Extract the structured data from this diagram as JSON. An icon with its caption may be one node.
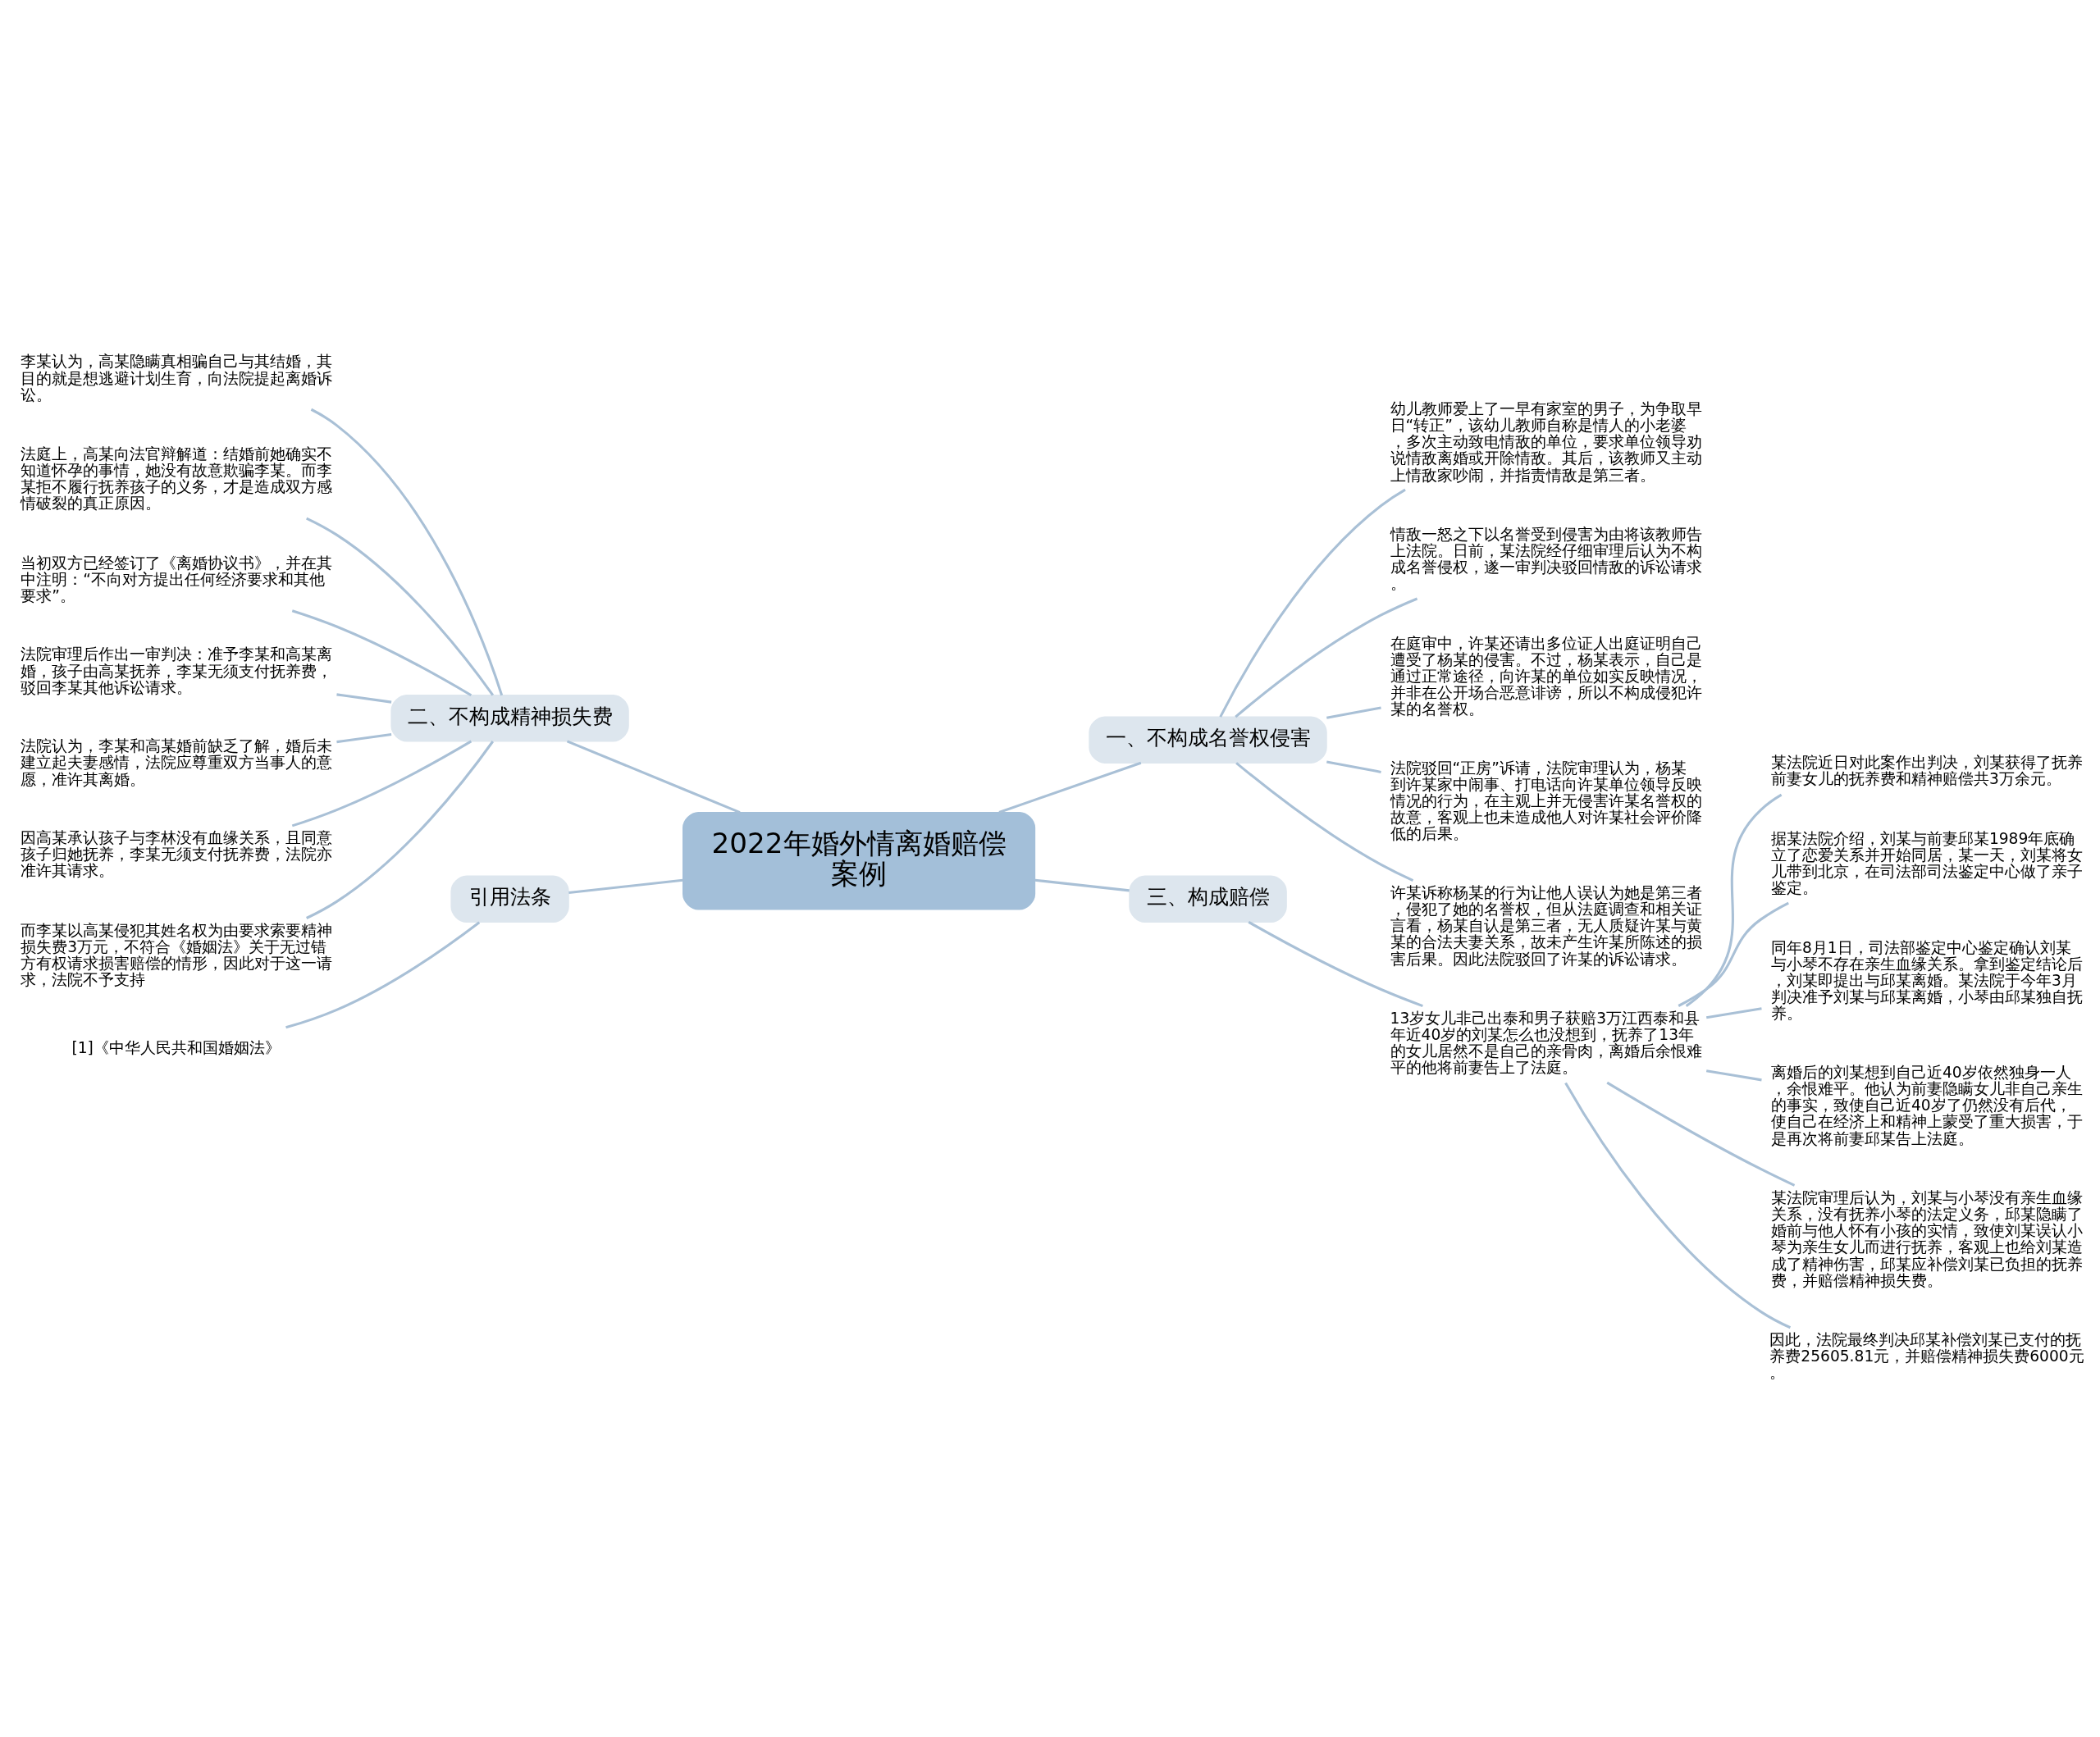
{
  "diagram": {
    "nodes": [
      {
        "text": [
          "2022年婚外情离婚赔偿案例"
        ]
      },
      {
        "text": [
          "一、不构成名誉权侵害"
        ]
      },
      {
        "text": [
          "幼儿教师爱上了一早有家室的男子，为争取早日“转正”，该幼儿教师自称是情人的小老婆，多次主动致电情敌的单位，要求单位领导劝说情敌离婚或开除情敌。其后，该教师又主动上情敌家吵闹，并指责情敌是第三者。"
        ]
      },
      {
        "text": [
          "情敌一怒之下以名誉受到侵害为由将该教师告上法院。日前，某法院经仔细审理后认为不构成名誉侵权，遂一审判决驳回情敌的诉讼请求。"
        ]
      },
      {
        "text": [
          "在庭审中，许某还请出多位证人出庭证明自己遭受了杨某的侵害。不过，杨某表示，自己是通过正常途径，向许某的单位如实反映情况，并非在公开场合恶意诽谤，所以不构成侵犯许某的名誉权。"
        ]
      },
      {
        "text": [
          "法院驳回“正房”诉请，法院审理认为，杨某到许某家中闹事、打电话向许某单位领导反映情况的行为，在主观上并无侵害许某名誉权的故意，客观上也未造成他人对许某社会评价降低的后果。"
        ]
      },
      {
        "text": [
          "许某诉称杨某的行为让他人误认为她是第三者，侵犯了她的名誉权，但从法庭调查和相关证言看，杨某自认是第三者，无人质疑许某与黄某的合法夫妻关系，故未产生许某所陈述的损害后果。因此法院驳回了许某的诉讼请求。"
        ]
      },
      {
        "text": [
          "三、构成赔偿"
        ]
      },
      {
        "text": [
          "13岁女儿非己出泰和男子获赔3万江西泰和县年近40岁的刘某怎么也没想到，抚养了13年的女儿居然不是自己的亲骨肉，离婚后余恨难平的他将前妻告上了法庭。"
        ]
      },
      {
        "text": [
          "某法院近日对此案作出判决，刘某获得了抚养前妻女儿的抚养费和精神赔偿共3万余元。"
        ]
      },
      {
        "text": [
          "据某法院介绍，刘某与前妻邱某1989年底确立了恋爱关系并开始同居，某一天，刘某将女儿带到北京，在司法部司法鉴定中心做了亲子鉴定。"
        ]
      },
      {
        "text": [
          "同年8月1日，司法部鉴定中心鉴定确认刘某与小琴不存在亲生血缘关系。拿到鉴定结论后，刘某即提出与邱某离婚。某法院于今年3月判决准予刘某与邱某离婚，小琴由邱某独自抚养。"
        ]
      },
      {
        "text": [
          "离婚后的刘某想到自己近40岁依然独身一人，余恨难平。他认为前妻隐瞒女儿非自己亲生的事实，致使自己近40岁了仍然没有后代，使自己在经济上和精神上蒙受了重大损害，于是再次将前妻邱某告上法庭。"
        ]
      },
      {
        "text": [
          "某法院审理后认为，刘某与小琴没有亲生血缘关系，没有抚养小琴的法定义务，邱某隐瞒了婚前与他人怀有小孩的实情，致使刘某误认小琴为亲生女儿而进行抚养，客观上也给刘某造成了精神伤害，邱某应补偿刘某已负担的抚养费，并赔偿精神损失费。"
        ]
      },
      {
        "text": [
          "因此，法院最终判决邱某补偿刘某已支付的抚养费25605.81元，并赔偿精神损失费6000元。"
        ]
      },
      {
        "text": [
          "二、不构成精神损失费"
        ]
      },
      {
        "text": [
          "李某认为，高某隐瞒真相骗自己与其结婚，其目的就是想逃避计划生育，向法院提起离婚诉讼。"
        ]
      },
      {
        "text": [
          "法庭上，高某向法官辩解道：结婚前她确实不知道怀孕的事情，她没有故意欺骗李某。而李某拒不履行抚养孩子的义务，才是造成双方感情破裂的真正原因。"
        ]
      },
      {
        "text": [
          "当初双方已经签订了《离婚协议书》，并在其中注明：“不向对方提出任何经济要求和其他要求”。"
        ]
      },
      {
        "text": [
          "法院审理后作出一审判决：准予李某和高某离婚，孩子由高某抚养，李某无须支付抚养费，驳回李某其他诉讼请求。"
        ]
      },
      {
        "text": [
          "法院认为，李某和高某婚前缺乏了解，婚后未建立起夫妻感情，法院应尊重双方当事人的意愿，准许其离婚。"
        ]
      },
      {
        "text": [
          "因高某承认孩子与李林没有血缘关系，且同意孩子归她抚养，李某无须支付抚养费，法院亦准许其请求。"
        ]
      },
      {
        "text": [
          "而李某以高某侵犯其姓名权为由要求索要精神损失费3万元，不符合《婚姻法》关于无过错方有权请求损害赔偿的情形，因此对于这一请求，法院不予支持"
        ]
      },
      {
        "text": [
          "引用法条"
        ]
      },
      {
        "text": [
          "[1]《中华人民共和国婚姻法》"
        ]
      }
    ],
    "edges": [
      {
        "from": 0,
        "to": 1,
        "arrow": "none"
      },
      {
        "from": 1,
        "to": 2,
        "arrow": "none"
      },
      {
        "from": 1,
        "to": 3,
        "arrow": "none"
      },
      {
        "from": 1,
        "to": 4,
        "arrow": "none"
      },
      {
        "from": 1,
        "to": 5,
        "arrow": "none"
      },
      {
        "from": 1,
        "to": 6,
        "arrow": "none"
      },
      {
        "from": 0,
        "to": 7,
        "arrow": "none"
      },
      {
        "from": 7,
        "to": 8,
        "arrow": "none"
      },
      {
        "from": 8,
        "to": 9,
        "arrow": "none"
      },
      {
        "from": 8,
        "to": 10,
        "arrow": "none"
      },
      {
        "from": 8,
        "to": 11,
        "arrow": "none"
      },
      {
        "from": 8,
        "to": 12,
        "arrow": "none"
      },
      {
        "from": 8,
        "to": 13,
        "arrow": "none"
      },
      {
        "from": 8,
        "to": 14,
        "arrow": "none"
      },
      {
        "from": 0,
        "to": 15,
        "arrow": "none"
      },
      {
        "from": 15,
        "to": 16,
        "arrow": "none"
      },
      {
        "from": 15,
        "to": 17,
        "arrow": "none"
      },
      {
        "from": 15,
        "to": 18,
        "arrow": "none"
      },
      {
        "from": 15,
        "to": 19,
        "arrow": "none"
      },
      {
        "from": 15,
        "to": 20,
        "arrow": "none"
      },
      {
        "from": 15,
        "to": 21,
        "arrow": "none"
      },
      {
        "from": 15,
        "to": 22,
        "arrow": "none"
      },
      {
        "from": 0,
        "to": 23,
        "arrow": "none"
      },
      {
        "from": 23,
        "to": 24,
        "arrow": "none"
      }
    ]
  }
}
